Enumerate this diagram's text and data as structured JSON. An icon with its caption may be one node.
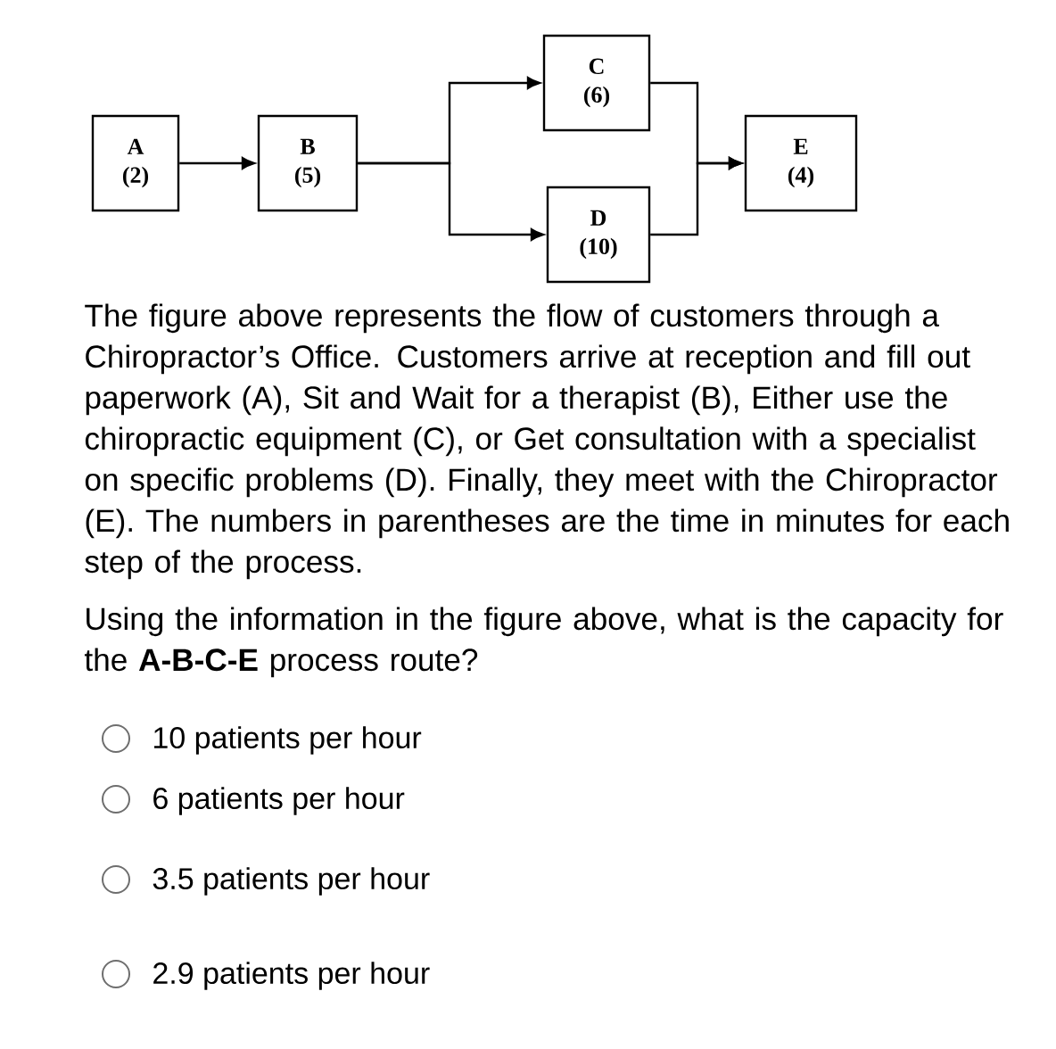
{
  "diagram": {
    "nodes": [
      {
        "text": [
          "A",
          "(2)"
        ]
      },
      {
        "text": [
          "B",
          "(5)"
        ]
      },
      {
        "text": [
          "C",
          "(6)"
        ]
      },
      {
        "text": [
          "D",
          "(10)"
        ]
      },
      {
        "text": [
          "E",
          "(4)"
        ]
      }
    ],
    "edges": [
      {
        "from": 0,
        "to": 1,
        "arrow": "to"
      },
      {
        "from": 1,
        "to": 2,
        "arrow": "to"
      },
      {
        "from": 1,
        "to": 3,
        "arrow": "to"
      },
      {
        "from": 2,
        "to": 4,
        "arrow": "to"
      },
      {
        "from": 3,
        "to": 4,
        "arrow": "to"
      }
    ],
    "labels": [
      "The figure above represents the flow of customers through a Chiropractor’s Office. Customers arrive at reception and fill out paperwork (A), Sit and Wait for a therapist (B), Either use the chiropractic equipment (C), or Get consultation with a specialist on specific problems (D). Finally, they meet with the Chiropractor (E). The numbers in parentheses are the time in minutes for each step of the process.",
      "Using the information in the figure above, what is the capacity for the **A-B-C-E** process route?",
      "10 patients per hour",
      "6 patients per hour",
      "3.5 patients per hour",
      "2.9 patients per hour"
    ]
  }
}
